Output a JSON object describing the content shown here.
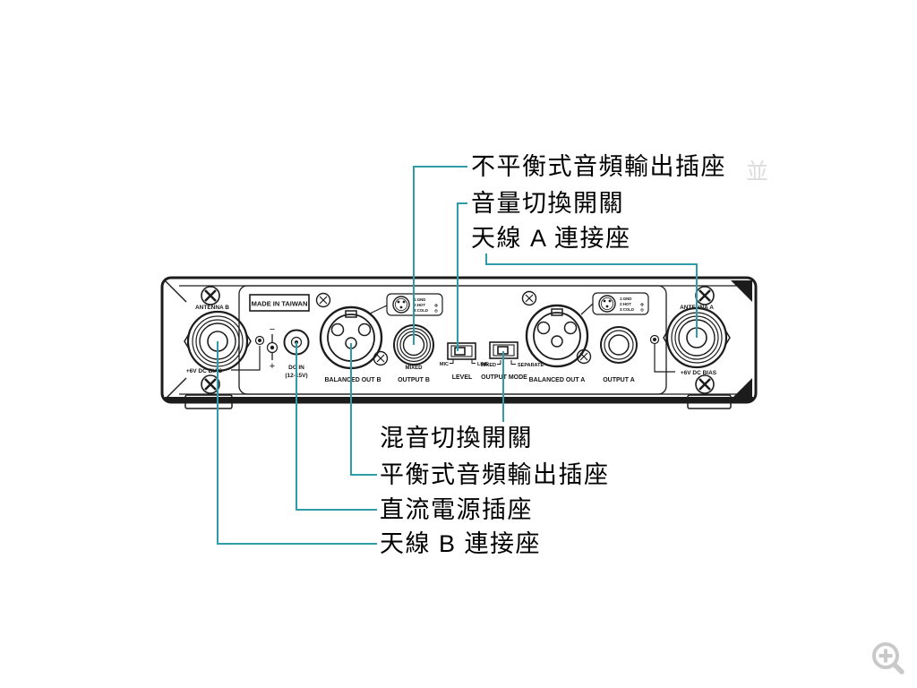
{
  "colors": {
    "leader_line": "#2f9da7",
    "panel_ink": "#1c1c1c",
    "zoom_icon_gray": "#c9c9c9",
    "background": "#ffffff"
  },
  "callouts": {
    "top": [
      {
        "label": "不平衡式音頻輸出插座",
        "target": "unbalanced-output-jack-b"
      },
      {
        "label": "音量切換開關",
        "target": "level-switch"
      },
      {
        "label": "天線 A 連接座",
        "target": "antenna-a-connector"
      }
    ],
    "bottom": [
      {
        "label": "混音切換開關",
        "target": "output-mode-switch"
      },
      {
        "label": "平衡式音頻輸出插座",
        "target": "xlr-balanced-out-b"
      },
      {
        "label": "直流電源插座",
        "target": "dc-in-jack"
      },
      {
        "label": "天線 B 連接座",
        "target": "antenna-b-connector"
      }
    ],
    "ghost_artifact": "並"
  },
  "panel": {
    "made_in": "MADE IN TAIWAN",
    "antenna_b": "ANTENNA B",
    "antenna_a": "ANTENNA A",
    "dc_bias_left": "+6V DC BIAS",
    "dc_bias_right": "+6V DC BIAS",
    "dc_in_line1": "DC IN",
    "dc_in_line2": "(12-15V)",
    "balanced_out_b": "BALANCED OUT B",
    "mixed_jack": "MIXED",
    "output_b": "OUTPUT B",
    "mic": "MIC",
    "line": "LINE",
    "level": "LEVEL",
    "mixed_sw": "MIXED",
    "separate": "SEPARATE",
    "output_mode": "OUTPUT MODE",
    "balanced_out_a": "BALANCED OUT A",
    "output_a": "OUTPUT A",
    "polarity_minus": "−",
    "polarity_plus": "+",
    "xlr_legend": {
      "pin1": "1:GND",
      "pin2": "2:HOT",
      "pin3": "3:COLD",
      "hot_polarity": "⊕",
      "cold_polarity": "⊖"
    }
  }
}
